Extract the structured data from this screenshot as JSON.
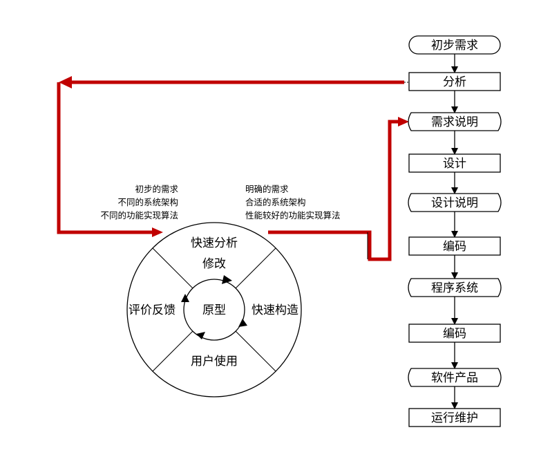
{
  "flow_steps": [
    {
      "label": "初步需求",
      "shape": "terminal"
    },
    {
      "label": "分析",
      "shape": "process"
    },
    {
      "label": "需求说明",
      "shape": "document"
    },
    {
      "label": "设计",
      "shape": "process"
    },
    {
      "label": "设计说明",
      "shape": "document"
    },
    {
      "label": "编码",
      "shape": "process"
    },
    {
      "label": "程序系统",
      "shape": "document"
    },
    {
      "label": "编码",
      "shape": "process"
    },
    {
      "label": "软件产品",
      "shape": "document"
    },
    {
      "label": "运行维护",
      "shape": "process"
    }
  ],
  "wheel": {
    "top": [
      "快速分析",
      "修改"
    ],
    "right": "快速构造",
    "bottom": "用户使用",
    "left": "评价反馈",
    "center": "原型"
  },
  "input_notes": [
    "初步的需求",
    "不同的系统架构",
    "不同的功能实现算法"
  ],
  "output_notes": [
    "明确的需求",
    "合适的系统架构",
    "性能较好的功能实现算法"
  ],
  "colors": {
    "feedback_arrow": "#c00000",
    "line": "#000000"
  }
}
